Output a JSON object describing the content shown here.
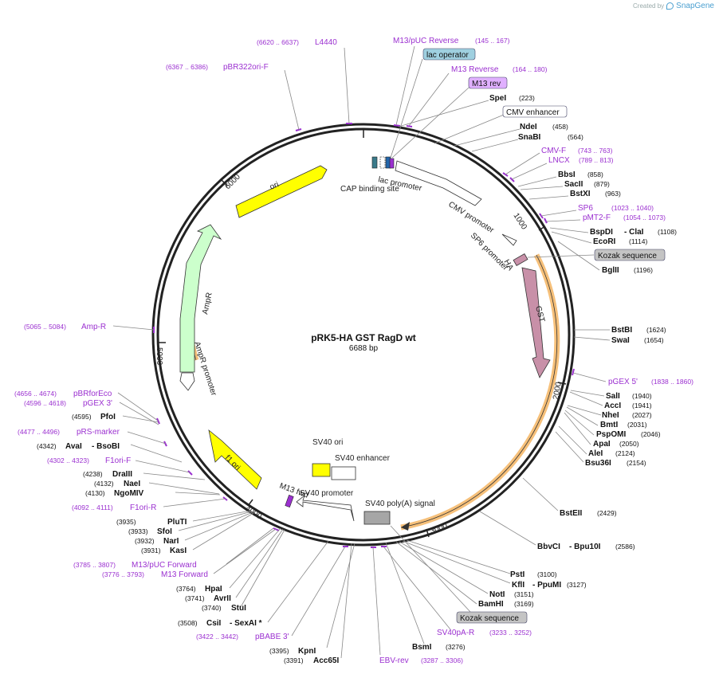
{
  "watermark": {
    "prefix": "Created by",
    "brand": "SnapGene"
  },
  "plasmid": {
    "name": "pRK5-HA GST RagD wt",
    "size": "6688 bp"
  },
  "ticks": [
    "1000",
    "2000",
    "3000",
    "4000",
    "5000",
    "6000"
  ],
  "features": {
    "ori": "ori",
    "gst": "GST",
    "ampr": "AmpR",
    "ampr_promoter": "AmpR promoter",
    "f1ori": "f1 ori",
    "lac_promoter": "lac promoter",
    "cap_site": "CAP binding site",
    "cmv_promoter": "CMV promoter",
    "sp6_promoter": "SP6 promoter",
    "ha": "HA",
    "sv40_ori": "SV40 ori",
    "sv40_enhancer": "SV40 enhancer",
    "sv40_promoter": "SV40 promoter",
    "m13fwd": "M13 fwd",
    "sv40_polya": "SV40 poly(A) signal"
  },
  "sites": {
    "l4440": {
      "name": "L4440",
      "range": "(6620 .. 6637)"
    },
    "pbr322": {
      "name": "pBR322ori-F",
      "range": "(6367 .. 6386)"
    },
    "m13puc_rev": {
      "name": "M13/pUC Reverse",
      "range": "(145 .. 167)"
    },
    "lac_operator": {
      "name": "lac operator"
    },
    "m13_reverse": {
      "name": "M13 Reverse",
      "range": "(164 .. 180)"
    },
    "m13_rev": {
      "name": "M13 rev"
    },
    "spei": {
      "name": "SpeI",
      "pos": "(223)"
    },
    "cmv_enh": {
      "name": "CMV enhancer"
    },
    "ndei": {
      "name": "NdeI",
      "pos": "(458)"
    },
    "snabi": {
      "name": "SnaBI",
      "pos": "(564)"
    },
    "cmvf": {
      "name": "CMV-F",
      "range": "(743 .. 763)"
    },
    "lncx": {
      "name": "LNCX",
      "range": "(789 .. 813)"
    },
    "bbsi": {
      "name": "BbsI",
      "pos": "(858)"
    },
    "sacii": {
      "name": "SacII",
      "pos": "(879)"
    },
    "bstxi": {
      "name": "BstXI",
      "pos": "(963)"
    },
    "sp6": {
      "name": "SP6",
      "range": "(1023 .. 1040)"
    },
    "pmt2f": {
      "name": "pMT2-F",
      "range": "(1054 .. 1073)"
    },
    "bspdi": {
      "name": "BspDI",
      "sep": "- ClaI",
      "pos": "(1108)"
    },
    "ecori": {
      "name": "EcoRI",
      "pos": "(1114)"
    },
    "kozak1": {
      "name": "Kozak sequence"
    },
    "bglii": {
      "name": "BglII",
      "pos": "(1196)"
    },
    "bstbi": {
      "name": "BstBI",
      "pos": "(1624)"
    },
    "swai": {
      "name": "SwaI",
      "pos": "(1654)"
    },
    "pgex5": {
      "name": "pGEX 5'",
      "range": "(1838 .. 1860)"
    },
    "sali": {
      "name": "SalI",
      "pos": "(1940)"
    },
    "acci": {
      "name": "AccI",
      "pos": "(1941)"
    },
    "nhei": {
      "name": "NheI",
      "pos": "(2027)"
    },
    "bmti": {
      "name": "BmtI",
      "pos": "(2031)"
    },
    "pspomi": {
      "name": "PspOMI",
      "pos": "(2046)"
    },
    "apai": {
      "name": "ApaI",
      "pos": "(2050)"
    },
    "alei": {
      "name": "AleI",
      "pos": "(2124)"
    },
    "bsu36i": {
      "name": "Bsu36I",
      "pos": "(2154)"
    },
    "bsteii": {
      "name": "BstEII",
      "pos": "(2429)"
    },
    "bbvci": {
      "name": "BbvCI",
      "sep": "- Bpu10I",
      "pos": "(2586)"
    },
    "psti": {
      "name": "PstI",
      "pos": "(3100)"
    },
    "kfli": {
      "name": "KflI",
      "sep": "- PpuMI",
      "pos": "(3127)"
    },
    "noti": {
      "name": "NotI",
      "pos": "(3151)"
    },
    "bamhi": {
      "name": "BamHI",
      "pos": "(3169)"
    },
    "kozak2": {
      "name": "Kozak sequence"
    },
    "sv40par": {
      "name": "SV40pA-R",
      "range": "(3233 .. 3252)"
    },
    "bsmi": {
      "name": "BsmI",
      "pos": "(3276)"
    },
    "ebvrev": {
      "name": "EBV-rev",
      "range": "(3287 .. 3306)"
    },
    "kpni": {
      "name": "KpnI",
      "pos": "(3395)"
    },
    "acc65i": {
      "name": "Acc65I",
      "pos": "(3391)"
    },
    "pbabe3": {
      "name": "pBABE 3'",
      "range": "(3422 .. 3442)"
    },
    "csii": {
      "name": "CsiI",
      "sep": "- SexAI *",
      "pos": "(3508)"
    },
    "stui": {
      "name": "StuI",
      "pos": "(3740)"
    },
    "avrii": {
      "name": "AvrII",
      "pos": "(3741)"
    },
    "hpai": {
      "name": "HpaI",
      "pos": "(3764)"
    },
    "m13forward": {
      "name": "M13 Forward",
      "range": "(3776 .. 3793)"
    },
    "m13puc_fwd": {
      "name": "M13/pUC Forward",
      "range": "(3785 .. 3807)"
    },
    "kasi": {
      "name": "KasI",
      "pos": "(3931)"
    },
    "nari": {
      "name": "NarI",
      "pos": "(3932)"
    },
    "sfoi": {
      "name": "SfoI",
      "pos": "(3933)"
    },
    "pluti": {
      "name": "PluTI",
      "pos": "(3935)"
    },
    "f1orir": {
      "name": "F1ori-R",
      "range": "(4092 .. 4111)"
    },
    "ngomiv": {
      "name": "NgoMIV",
      "pos": "(4130)"
    },
    "naei": {
      "name": "NaeI",
      "pos": "(4132)"
    },
    "draiii": {
      "name": "DraIII",
      "pos": "(4238)"
    },
    "f1orif": {
      "name": "F1ori-F",
      "range": "(4302 .. 4323)"
    },
    "avai": {
      "name": "AvaI",
      "sep": "- BsoBI",
      "pos": "(4342)"
    },
    "prs": {
      "name": "pRS-marker",
      "range": "(4477 .. 4496)"
    },
    "pfoi": {
      "name": "PfoI",
      "pos": "(4595)"
    },
    "pgex3": {
      "name": "pGEX 3'",
      "range": "(4596 .. 4618)"
    },
    "pbrforeco": {
      "name": "pBRforEco",
      "range": "(4656 .. 4674)"
    },
    "ampr_primer": {
      "name": "Amp-R",
      "range": "(5065 .. 5084)"
    }
  },
  "colors": {
    "primer": "#9b30d0",
    "gst": "#c890a8",
    "ori": "#ffff00",
    "ampr": "#ccffcc",
    "ha": "#c890a8",
    "sv40polya": "#a6a6a6",
    "orange_highlight": "#f6c07a",
    "kozak": "#c4c4c4",
    "lac_operator": "#9fd0e0",
    "m13rev_tag": "#e0b0ff"
  }
}
